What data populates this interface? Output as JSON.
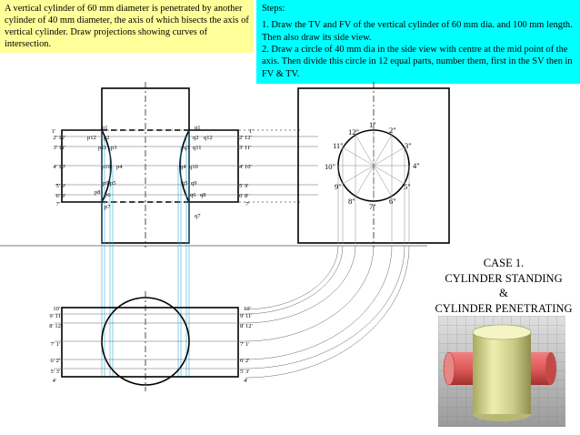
{
  "problem_text": "A vertical cylinder of 60 mm diameter is penetrated by another cylinder of 40 mm diameter, the axis of which  bisects the axis of vertical cylinder. Draw projections showing curves of intersection.",
  "steps": {
    "title": "Steps:",
    "step1": "1. Draw the TV and FV of the vertical cylinder of 60 mm dia. and 100 mm length. Then also draw its side view.",
    "step2": "2. Draw a circle of 40 mm dia in the side view with centre at the mid point of the axis. Then divide this circle in 12 equal parts, number them, first in the SV then in FV & TV."
  },
  "case": {
    "line1": "CASE 1.",
    "line2": "CYLINDER STANDING",
    "line3": "&",
    "line4": "CYLINDER PENETRATING"
  },
  "fv_left_labels": [
    "1'",
    "2' 12'",
    "3' 11'",
    "4' 10'",
    "5' 9'",
    "6' 8'",
    "7'"
  ],
  "fv_right_labels": [
    "1'",
    "2' 12'",
    "3' 11'",
    "4' 10'",
    "5' 9'",
    "6' 8'",
    "7'"
  ],
  "tv_left_labels": [
    "10'",
    "9' 11'",
    "8' 12'",
    "7' 1'",
    "6' 2'",
    "5' 3'",
    "4'"
  ],
  "tv_right_labels": [
    "10'",
    "9' 11'",
    "8' 12'",
    "7' 1'",
    "6' 2'",
    "5' 3'",
    "4'"
  ],
  "sv_labels": [
    "1\"",
    "2\"",
    "3\"",
    "4\"",
    "5\"",
    "6\"",
    "7\"",
    "8\"",
    "9\"",
    "10\"",
    "11\"",
    "12\""
  ],
  "p_labels": [
    "p1",
    "p12",
    "p2",
    "p11",
    "p3",
    "p10",
    "p4",
    "p9",
    "p5",
    "p8",
    "p6",
    "p7"
  ],
  "q_labels": [
    "q1",
    "q12",
    "q2",
    "q11",
    "q3",
    "q10",
    "q4",
    "q9",
    "q5",
    "q8",
    "q6",
    "q7"
  ]
}
